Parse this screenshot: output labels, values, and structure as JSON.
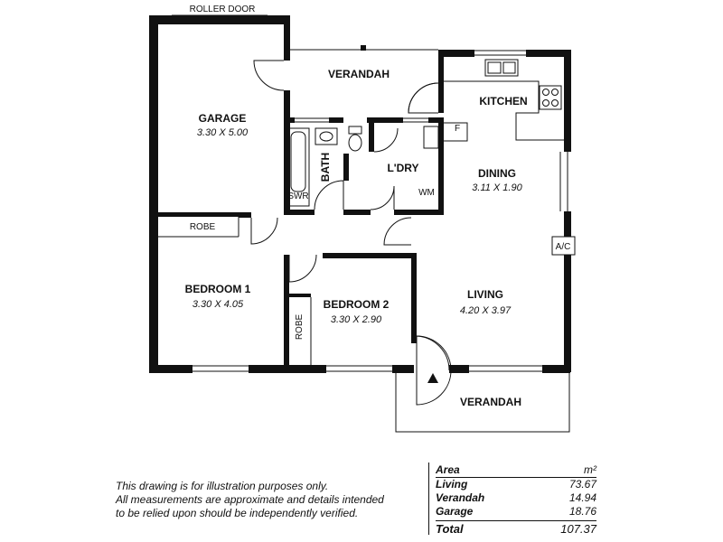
{
  "plan": {
    "roller_door": "ROLLER DOOR",
    "rooms": {
      "garage": {
        "name": "GARAGE",
        "dims": "3.30 X 5.00"
      },
      "verandah_top": {
        "name": "VERANDAH"
      },
      "kitchen": {
        "name": "KITCHEN"
      },
      "bath": {
        "name": "BATH"
      },
      "laundry": {
        "name": "L'DRY"
      },
      "dining": {
        "name": "DINING",
        "dims": "3.11 X 1.90"
      },
      "bedroom1": {
        "name": "BEDROOM 1",
        "dims": "3.30 X 4.05"
      },
      "bedroom2": {
        "name": "BEDROOM 2",
        "dims": "3.30 X 2.90"
      },
      "living": {
        "name": "LIVING",
        "dims": "4.20 X 3.97"
      },
      "verandah_bottom": {
        "name": "VERANDAH"
      }
    },
    "fixtures": {
      "robe1": "ROBE",
      "robe2": "ROBE",
      "swr": "SWR",
      "wm": "WM",
      "fridge": "F",
      "ac": "A/C"
    }
  },
  "disclaimer": [
    "This drawing is for illustration purposes only.",
    "All measurements are approximate and details intended",
    "to be relied upon should be independently verified."
  ],
  "area_table": {
    "header": {
      "label": "Area",
      "unit": "m²"
    },
    "rows": [
      {
        "label": "Living",
        "value": "73.67"
      },
      {
        "label": "Verandah",
        "value": "14.94"
      },
      {
        "label": "Garage",
        "value": "18.76"
      }
    ],
    "total": {
      "label": "Total",
      "value": "107.37"
    }
  }
}
